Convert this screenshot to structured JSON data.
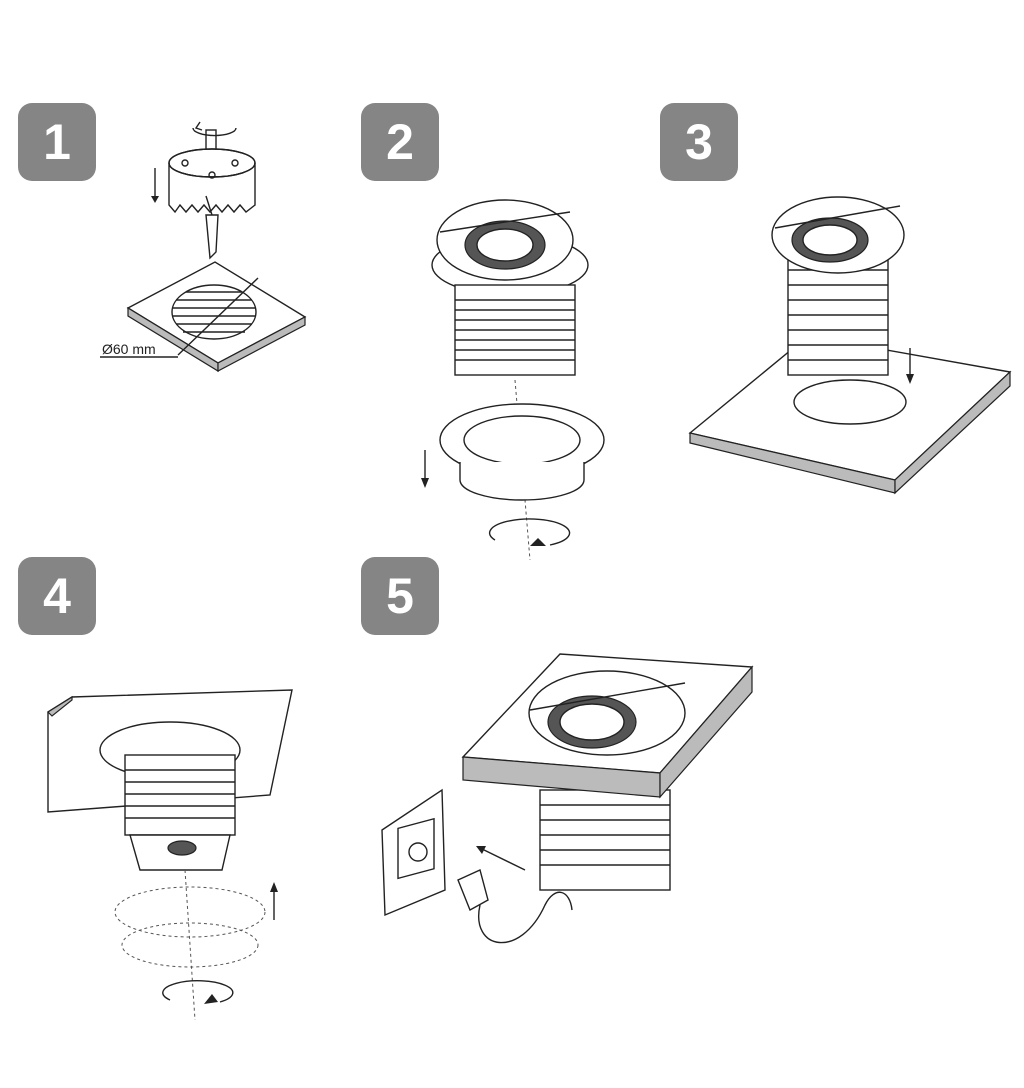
{
  "steps": [
    {
      "number": "1",
      "dimension_label": "Ø60 mm"
    },
    {
      "number": "2"
    },
    {
      "number": "3"
    },
    {
      "number": "4"
    },
    {
      "number": "5"
    }
  ],
  "colors": {
    "badge": "#858585",
    "line": "#222222"
  }
}
